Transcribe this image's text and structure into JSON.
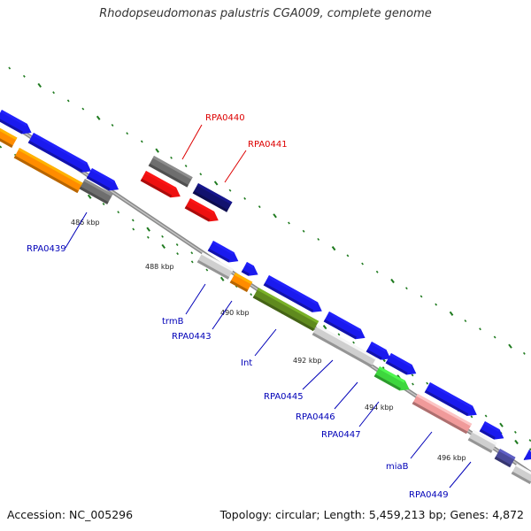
{
  "title": "Rhodopseudomonas palustris CGA009, complete genome",
  "footer": {
    "accession": "Accession: NC_005296",
    "summary": "Topology: circular; Length: 5,459,213 bp; Genes: 4,872"
  },
  "colors": {
    "background": "#ffffff",
    "backbone": "#8a8a8a",
    "forward_gene": "#1a1aee",
    "reverse_gene_red": "#ee1111",
    "orange": "#ff8c00",
    "gray": "#6e6e6e",
    "light_gray": "#cfcfcf",
    "navy": "#12126e",
    "olive": "#5f8a1e",
    "green": "#3ed63e",
    "pink": "#f09a9a",
    "slate": "#4a4a9a",
    "tick_green": "#1e7a1e",
    "red_label": "#dd0000",
    "blue_label": "#0000b8"
  },
  "ticks": [
    "486 kbp",
    "488 kbp",
    "490 kbp",
    "492 kbp",
    "494 kbp",
    "496 kbp"
  ],
  "gene_labels": [
    {
      "text": "RPA0440",
      "color": "red"
    },
    {
      "text": "RPA0441",
      "color": "red"
    },
    {
      "text": "RPA0439",
      "color": "blue"
    },
    {
      "text": "trmB",
      "color": "blue"
    },
    {
      "text": "RPA0443",
      "color": "blue"
    },
    {
      "text": "Int",
      "color": "blue"
    },
    {
      "text": "RPA0445",
      "color": "blue"
    },
    {
      "text": "RPA0446",
      "color": "blue"
    },
    {
      "text": "RPA0447",
      "color": "blue"
    },
    {
      "text": "miaB",
      "color": "blue"
    },
    {
      "text": "RPA0449",
      "color": "blue"
    }
  ]
}
